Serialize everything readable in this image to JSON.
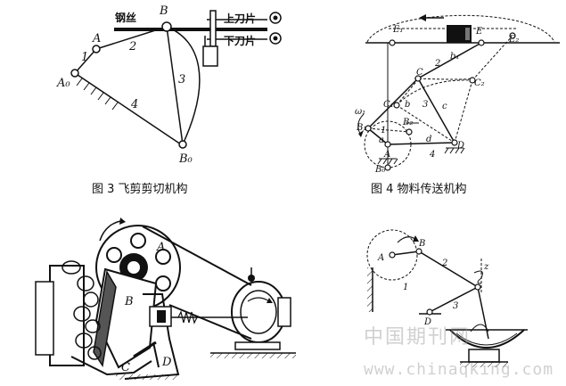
{
  "fig3": {
    "caption": "图 3  飞剪剪切机构",
    "labels": {
      "wire": "钢丝",
      "upper_blade": "上刀片",
      "lower_blade": "下刀片",
      "A": "A",
      "A0": "A₀",
      "B": "B",
      "B0": "B₀",
      "n1": "1",
      "n2": "2",
      "n3": "3",
      "n4": "4"
    }
  },
  "fig4": {
    "caption": "图 4  物料传送机构",
    "labels": {
      "E1": "E₁",
      "E": "E",
      "E2": "E₂",
      "b1": "b₁",
      "b": "b",
      "B1": "B₁",
      "B2": "B₂",
      "B0": "B₀",
      "C": "C",
      "C1": "C₁",
      "C2": "C₂",
      "c": "c",
      "a": "a",
      "d": "d",
      "A": "A",
      "D": "D",
      "omega": "ω₁",
      "n1": "1",
      "n2": "2",
      "n3": "3",
      "n4": "4"
    }
  },
  "fig5": {
    "labels": {
      "A": "A",
      "B": "B",
      "C": "C",
      "D": "D"
    }
  },
  "fig6": {
    "labels": {
      "A": "A",
      "B": "B",
      "D": "D",
      "z": "z",
      "n1": "1",
      "n2": "2",
      "n3": "3"
    }
  },
  "watermark": {
    "cn": "中国期刊网",
    "url": "www.chinaqking.com"
  },
  "colors": {
    "ink": "#111111",
    "watermark": "#969696"
  }
}
